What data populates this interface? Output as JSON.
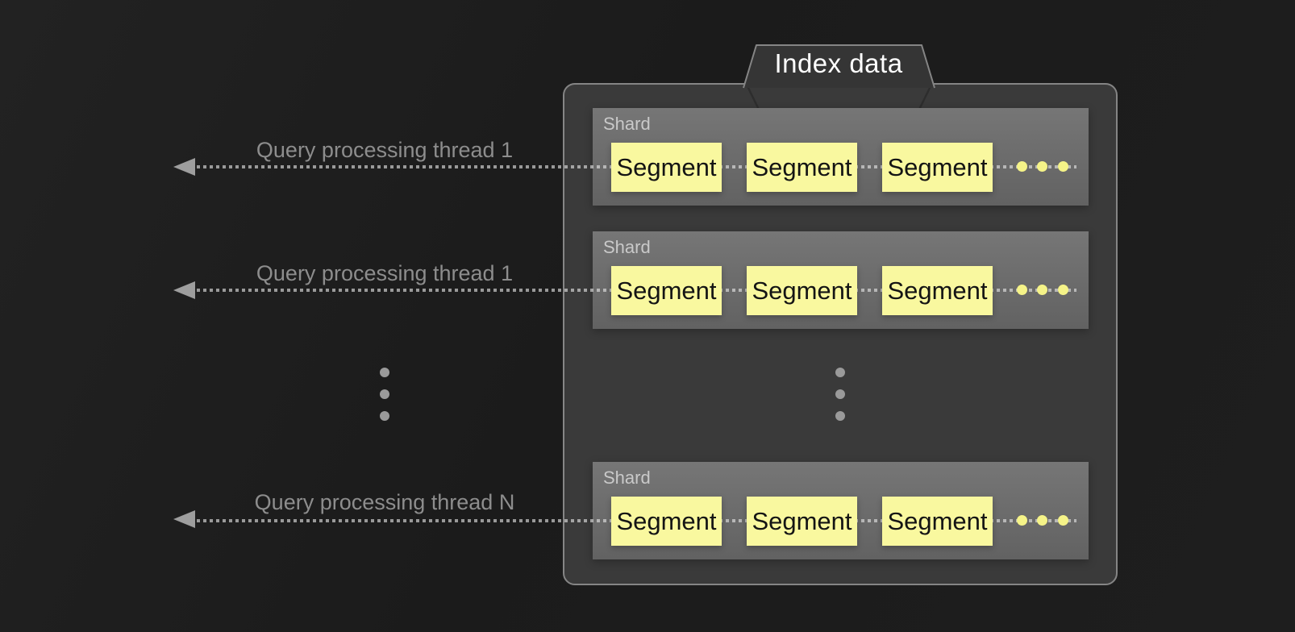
{
  "colors": {
    "page_bg": "#1c1c1c",
    "container_fill": "#3a3a3a",
    "container_border": "#858585",
    "tab_fill": "#353535",
    "tab_label_text": "#ffffff",
    "shard_fill_top": "#767676",
    "shard_fill_bottom": "#626262",
    "shard_label_text": "#c9c9c9",
    "segment_fill": "#f9f89f",
    "segment_text": "#141414",
    "thread_label_text": "#8d8d8d",
    "dotted_line": "rgba(230,230,230,0.62)",
    "arrowhead": "#9e9e9e",
    "ellipsis_dot": "#9a9a9a",
    "yellow_dot": "#f5f388"
  },
  "tab": {
    "label": "Index data"
  },
  "threads": [
    {
      "label": "Query processing thread 1"
    },
    {
      "label": "Query processing thread 1"
    },
    {
      "label": "Query processing thread N"
    }
  ],
  "shards": [
    {
      "label": "Shard",
      "segments": [
        "Segment",
        "Segment",
        "Segment"
      ]
    },
    {
      "label": "Shard",
      "segments": [
        "Segment",
        "Segment",
        "Segment"
      ]
    },
    {
      "label": "Shard",
      "segments": [
        "Segment",
        "Segment",
        "Segment"
      ]
    }
  ]
}
